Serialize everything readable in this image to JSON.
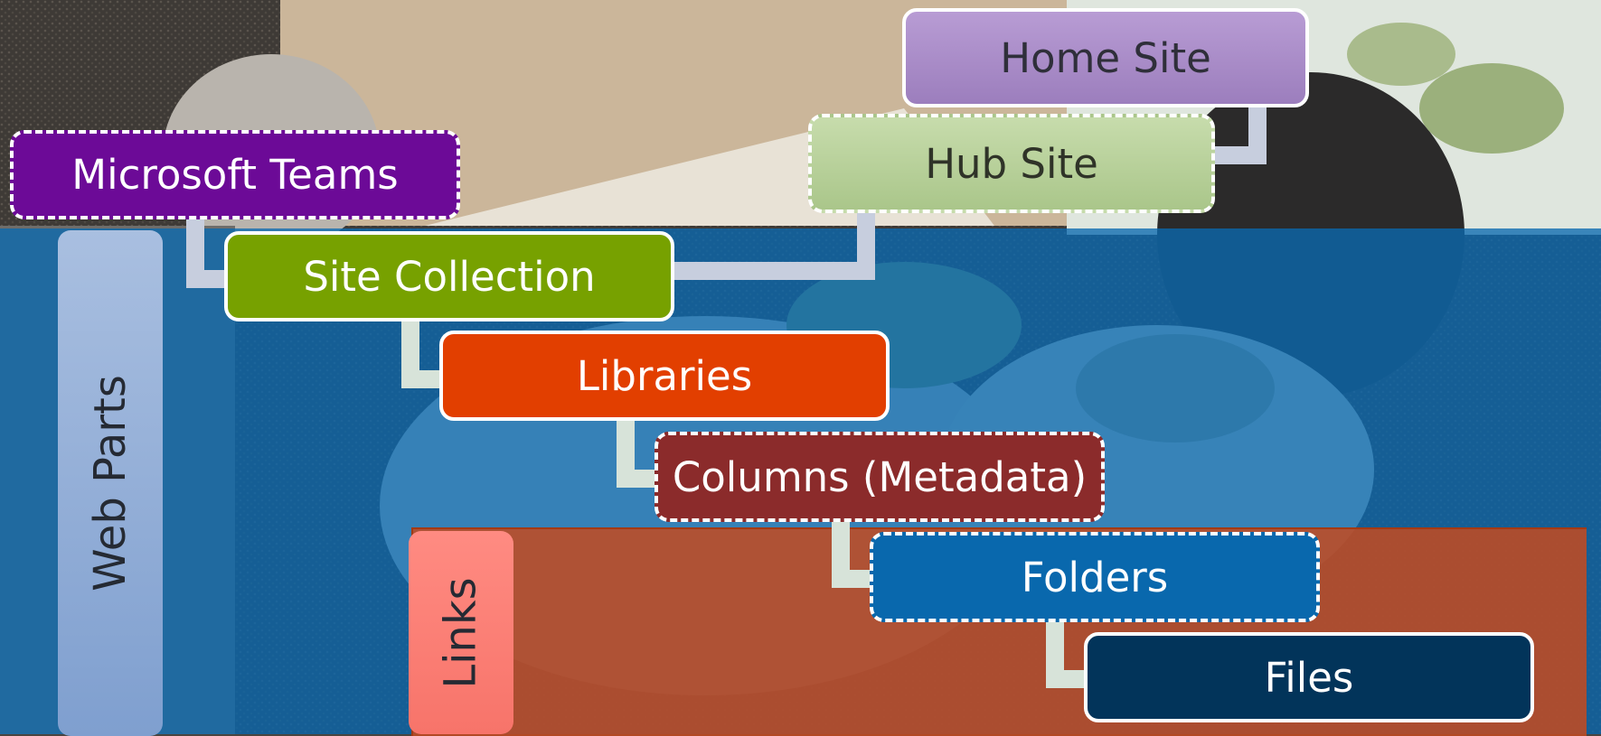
{
  "diagram": {
    "side_labels": {
      "web_parts": "Web Parts",
      "links": "Links"
    },
    "nodes": {
      "home_site": "Home Site",
      "hub_site": "Hub Site",
      "microsoft_teams": "Microsoft Teams",
      "site_collection": "Site Collection",
      "libraries": "Libraries",
      "columns": "Columns (Metadata)",
      "folders": "Folders",
      "files": "Files"
    },
    "colors": {
      "home_site": "#a98ac7",
      "hub_site": "#b9d19a",
      "microsoft_teams": "#6c0a97",
      "site_collection": "#77a100",
      "libraries": "#e23f00",
      "columns": "#8b2b2b",
      "folders": "#0968ad",
      "files": "#02345a",
      "connector_light": "#c7cede",
      "connector_pale": "#d7e3d9",
      "blue_band": "#0a69af",
      "orange_band": "#c44a20"
    }
  }
}
